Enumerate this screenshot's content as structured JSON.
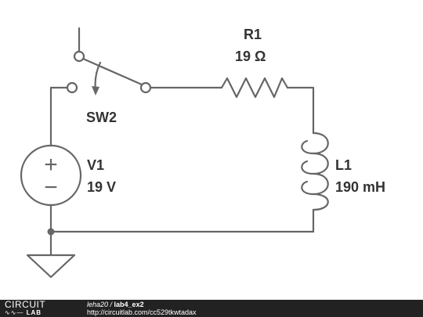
{
  "components": {
    "switch": {
      "name": "SW2"
    },
    "resistor": {
      "name": "R1",
      "value": "19 Ω"
    },
    "source": {
      "name": "V1",
      "value": "19 V",
      "plus": "+",
      "minus": "−"
    },
    "inductor": {
      "name": "L1",
      "value": "190 mH"
    }
  },
  "footer": {
    "logo_top": "CIRCUIT",
    "logo_bottom_wave": "∿∿—",
    "logo_bottom_lab": "LAB",
    "author": "leha20",
    "separator": " / ",
    "circuit_name": "lab4_ex2",
    "url": "http://circuitlab.com/cc529tkwtadax"
  },
  "colors": {
    "wire": "#666666",
    "label": "#333333",
    "footer_bg": "#222222",
    "footer_text": "#ffffff"
  }
}
